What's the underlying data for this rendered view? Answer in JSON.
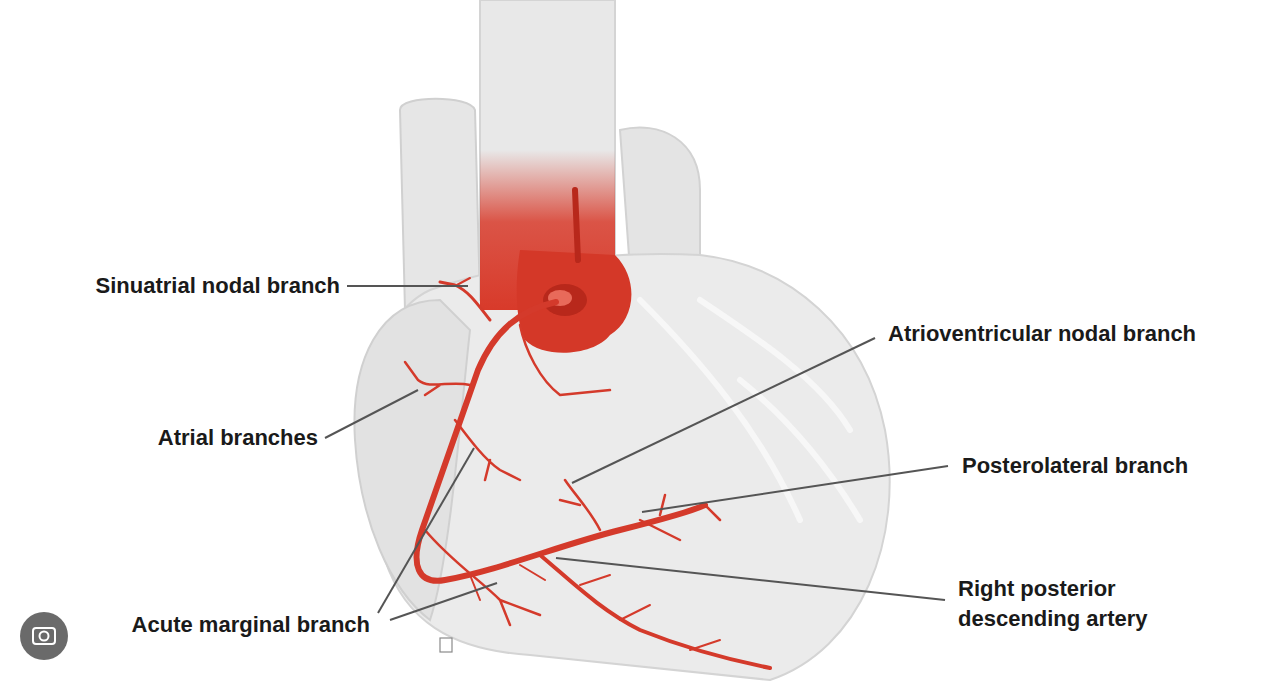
{
  "diagram": {
    "labels": [
      "Sinuatrial nodal branch",
      "Atrial branches",
      "Acute marginal branch",
      "Atrioventricular nodal branch",
      "Posterolateral branch",
      "Right posterior descending artery"
    ]
  }
}
